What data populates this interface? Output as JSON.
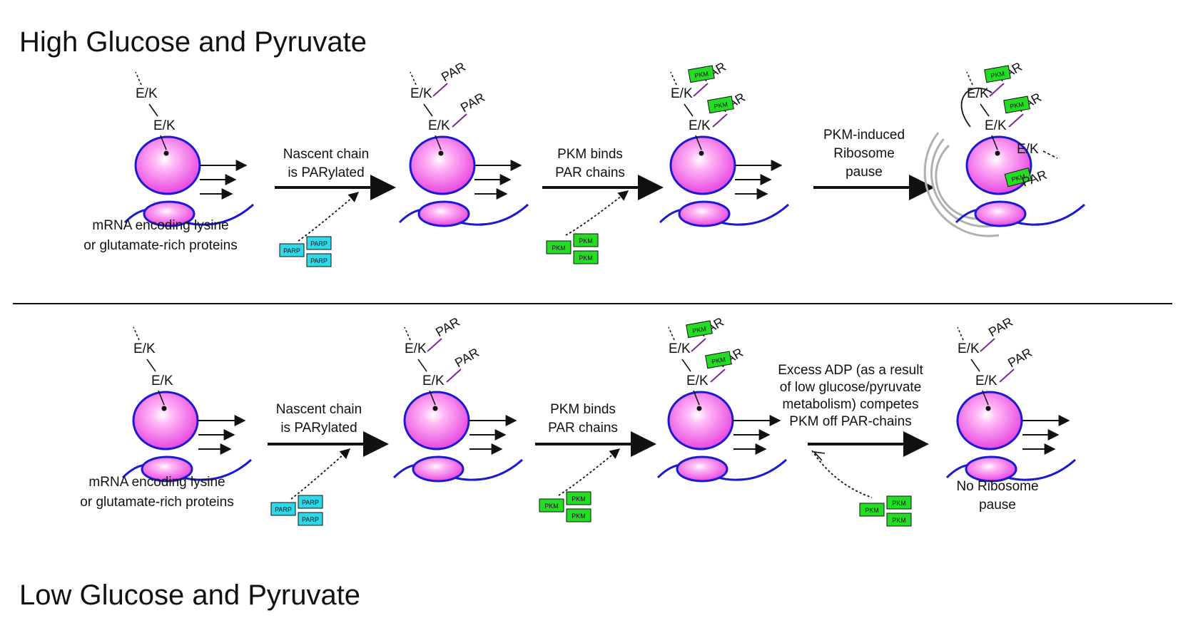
{
  "titles": {
    "top": "High Glucose and Pyruvate",
    "bottom": "Low Glucose and Pyruvate"
  },
  "labels": {
    "ek": "E/K",
    "par": "PAR",
    "parp": "PARP",
    "pkm": "PKM",
    "mrna_line1": "mRNA encoding lysine",
    "mrna_line2": "or glutamate-rich proteins"
  },
  "top_row": {
    "step1": [
      "Nascent chain",
      "is PARylated"
    ],
    "step2": [
      "PKM binds",
      "PAR chains"
    ],
    "step3": [
      "PKM-induced",
      "Ribosome",
      "pause"
    ]
  },
  "bottom_row": {
    "step1": [
      "Nascent chain",
      "is PARylated"
    ],
    "step2": [
      "PKM binds",
      "PAR chains"
    ],
    "step3": [
      "Excess ADP (as a result",
      "of low glucose/pyruvate",
      "metabolism) competes",
      "PKM off PAR-chains"
    ],
    "outcome": [
      "No Ribosome",
      "pause"
    ]
  },
  "colors": {
    "ribosome_fill": "#ee3ee6",
    "ribosome_outline": "#1a1ad0",
    "mrna": "#1a1ad0",
    "par_chain": "#7a2a9a",
    "parp_fill": "#2fd8e8",
    "pkm_fill": "#22dd22",
    "pause_ring": "#b0b0b0"
  }
}
